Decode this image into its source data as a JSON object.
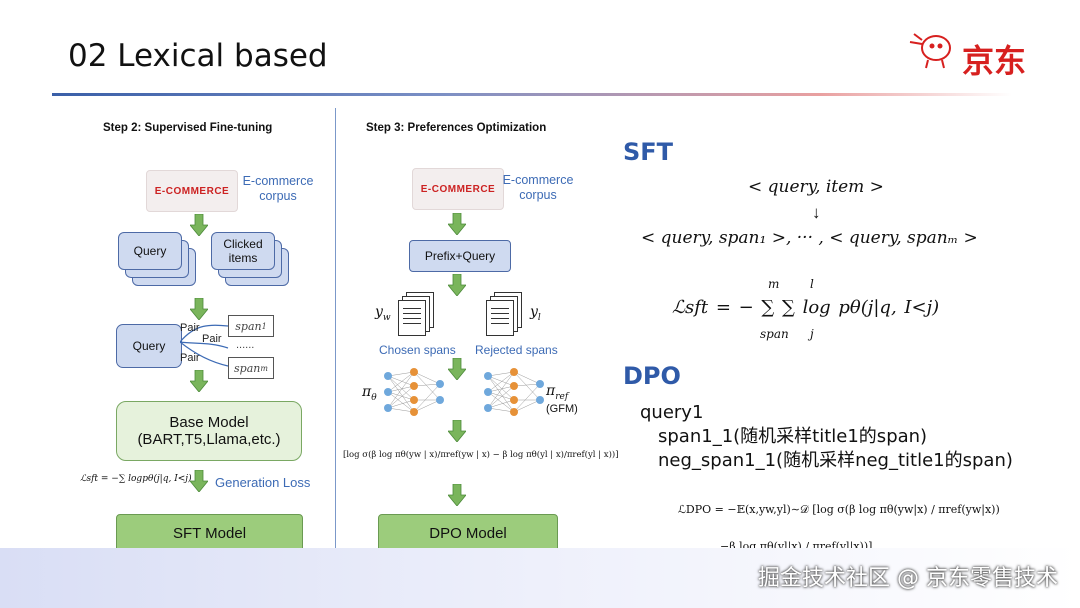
{
  "header": {
    "title": "02 Lexical based",
    "logo_text": "京东"
  },
  "left_panel": {
    "title": "Step 2: Supervised Fine-tuning",
    "ecommerce_label": "E-COMMERCE",
    "corpus_label_line1": "E-commerce",
    "corpus_label_line2": "corpus",
    "query_label": "Query",
    "clicked_items_line1": "Clicked",
    "clicked_items_line2": "items",
    "query2_label": "Query",
    "pair_label": "Pair",
    "span1": "span",
    "span1_sub": "1",
    "dots": "......",
    "spanm": "span",
    "spanm_sub": "m",
    "base_model_line1": "Base Model",
    "base_model_line2": "(BART,T5,Llama,etc.)",
    "loss_formula": "ℒsft = −∑ logpθ(j|q, I<j)",
    "generation_loss": "Generation Loss",
    "sft_model": "SFT Model"
  },
  "middle_panel": {
    "title": "Step 3: Preferences Optimization",
    "ecommerce_label": "E-COMMERCE",
    "corpus_label_line1": "E-commerce",
    "corpus_label_line2": "corpus",
    "prefix_query": "Prefix+Query",
    "yw": "y",
    "yw_sub": "w",
    "yl": "y",
    "yl_sub": "l",
    "chosen_spans": "Chosen spans",
    "rejected_spans": "Rejected spans",
    "pi_theta": "π",
    "pi_theta_sub": "θ",
    "pi_ref": "π",
    "pi_ref_sub": "ref",
    "gfm": "(GFM)",
    "dpo_formula": "[log σ(β log πθ(yw | x)/πref(yw | x) − β log πθ(yl | x)/πref(yl | x))]",
    "dpo_model": "DPO Model"
  },
  "right_panel": {
    "sft_heading": "SFT",
    "sft_line1": "< query, item >",
    "sft_arrow": "↓",
    "sft_line2": "< query, span₁ >, ··· , < query, spanₘ >",
    "sft_loss": "ℒsft = − ∑ ∑ log pθ(j|q, I<j)",
    "sft_loss_upper_m": "m",
    "sft_loss_upper_l": "l",
    "sft_loss_lower_span": "span",
    "sft_loss_lower_j": "j",
    "dpo_heading": "DPO",
    "dpo_line1": "query1",
    "dpo_line2": "span1_1(随机采样title1的span)",
    "dpo_line3": "neg_span1_1(随机采样neg_title1的span)",
    "dpo_loss_line1": "ℒDPO = −𝔼(x,yw,yl)∼𝒟 [log σ(β log πθ(yw|x) / πref(yw|x))",
    "dpo_loss_line2": "−β log πθ(yl|x) / πref(yl|x))]"
  },
  "footer": {
    "watermark": "掘金技术社区 @ 京东零售技术"
  },
  "colors": {
    "accent_blue": "#2f5aa8",
    "card_blue": "#cfdaf0",
    "green": "#9ccc7c",
    "brand_red": "#d7201f"
  }
}
